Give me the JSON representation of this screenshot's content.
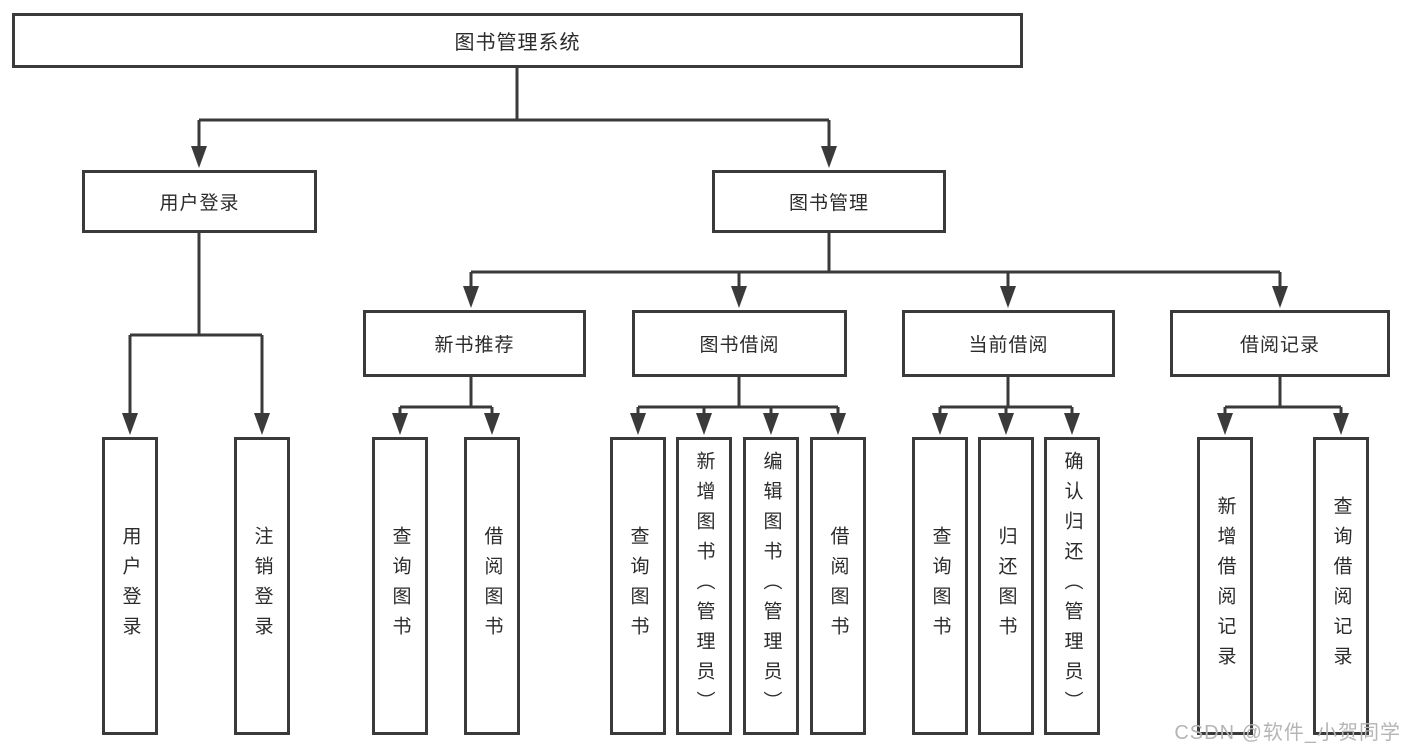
{
  "diagram": {
    "title": "图书管理系统",
    "nodes": {
      "root": "图书管理系统",
      "user_login": "用户登录",
      "book_management": "图书管理",
      "new_book_recommend": "新书推荐",
      "book_borrowing": "图书借阅",
      "current_borrowing": "当前借阅",
      "borrowing_records": "借阅记录",
      "leaves": {
        "user_login_group": [
          "用户登录",
          "注销登录"
        ],
        "new_book_group": [
          "查询图书",
          "借阅图书"
        ],
        "book_borrowing_group": [
          "查询图书",
          "新增图书（管理员）",
          "编辑图书（管理员）",
          "借阅图书"
        ],
        "current_borrowing_group": [
          "查询图书",
          "归还图书",
          "确认归还（管理员）"
        ],
        "records_group": [
          "新增借阅记录",
          "查询借阅记录"
        ]
      }
    }
  },
  "watermark": "CSDN @软件_小贺同学",
  "colors": {
    "line": "#3a3a3a",
    "box_border": "#3a3a3a",
    "text": "#2b2b2b",
    "watermark": "#b5b5b5",
    "background": "#ffffff"
  }
}
